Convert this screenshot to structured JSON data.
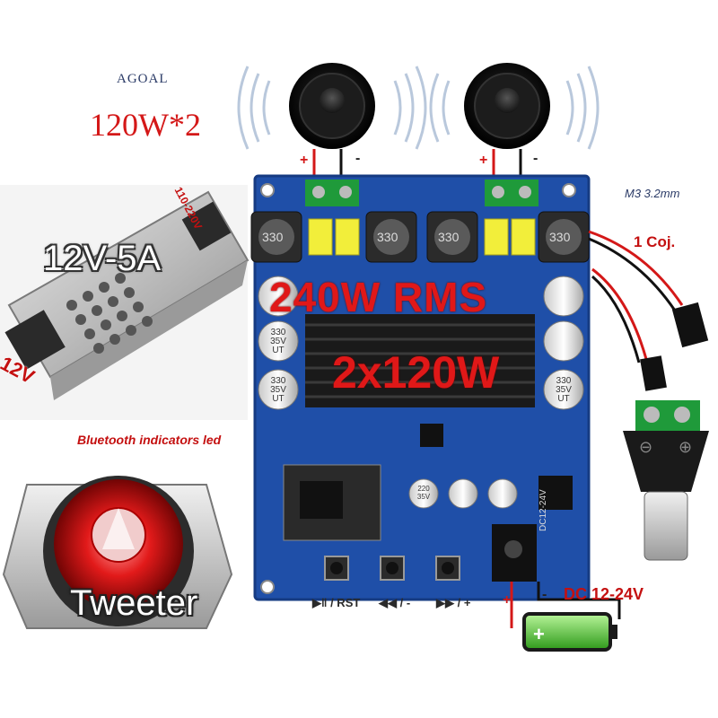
{
  "brand": "AGOAL",
  "power_per_channel": "120W*2",
  "power_supply": {
    "output_label": "12V-5A",
    "input_label": "110-220V",
    "terminal_label": "12V"
  },
  "board": {
    "rms_label": "240W RMS",
    "channels_label": "2x120W",
    "inductor_value": "330",
    "capacitor_value_top": "330",
    "capacitor_value_mid": "35V",
    "capacitor_value_bot": "UT",
    "small_cap_top": "220",
    "small_cap_bot": "35V",
    "jack_label": "DC12-24V"
  },
  "callouts": {
    "mount_hole": "M3 3.2mm",
    "cable_set": "1 Coj.",
    "bluetooth_leds": "Bluetooth indicators led",
    "tweeter": "Tweeter",
    "dc_input": "DC 12-24V"
  },
  "buttons": [
    {
      "label": "▶‖ / RST"
    },
    {
      "label": "◀◀ / -"
    },
    {
      "label": "▶▶ / +"
    }
  ],
  "polarity": {
    "plus": "+",
    "minus": "-"
  },
  "icons": [
    "speaker-icon",
    "battery-icon",
    "dc-jack-icon"
  ],
  "colors": {
    "pcb": "#1f4fa8",
    "heatsink": "#1a1a1a",
    "callout_red": "#d41818",
    "terminal_green": "#1f9a3a",
    "capacitor_yellow": "#f2ee3a",
    "tweeter_red": "#d41818"
  }
}
